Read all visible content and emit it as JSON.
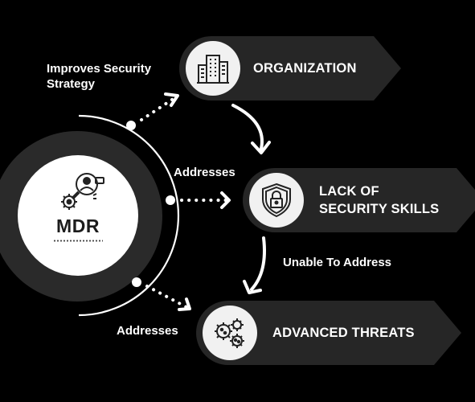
{
  "hub": {
    "label": "MDR",
    "icon": "magnifier-gear-person-icon"
  },
  "nodes": {
    "organization": {
      "label": "ORGANIZATION",
      "icon": "building-icon"
    },
    "skills": {
      "line1": "LACK OF",
      "line2": "SECURITY SKILLS",
      "icon": "shield-lock-icon"
    },
    "threats": {
      "label": "ADVANCED THREATS",
      "icon": "virus-icon"
    }
  },
  "edges": {
    "hub_to_org": {
      "line1": "Improves Security",
      "line2": "Strategy"
    },
    "hub_to_skills": "Addresses",
    "skills_to_threats": "Unable To Address",
    "hub_to_threats": "Addresses"
  },
  "colors": {
    "background": "#000000",
    "banner": "#262626",
    "disc": "#f1f1f1",
    "accent": "#ffffff"
  }
}
